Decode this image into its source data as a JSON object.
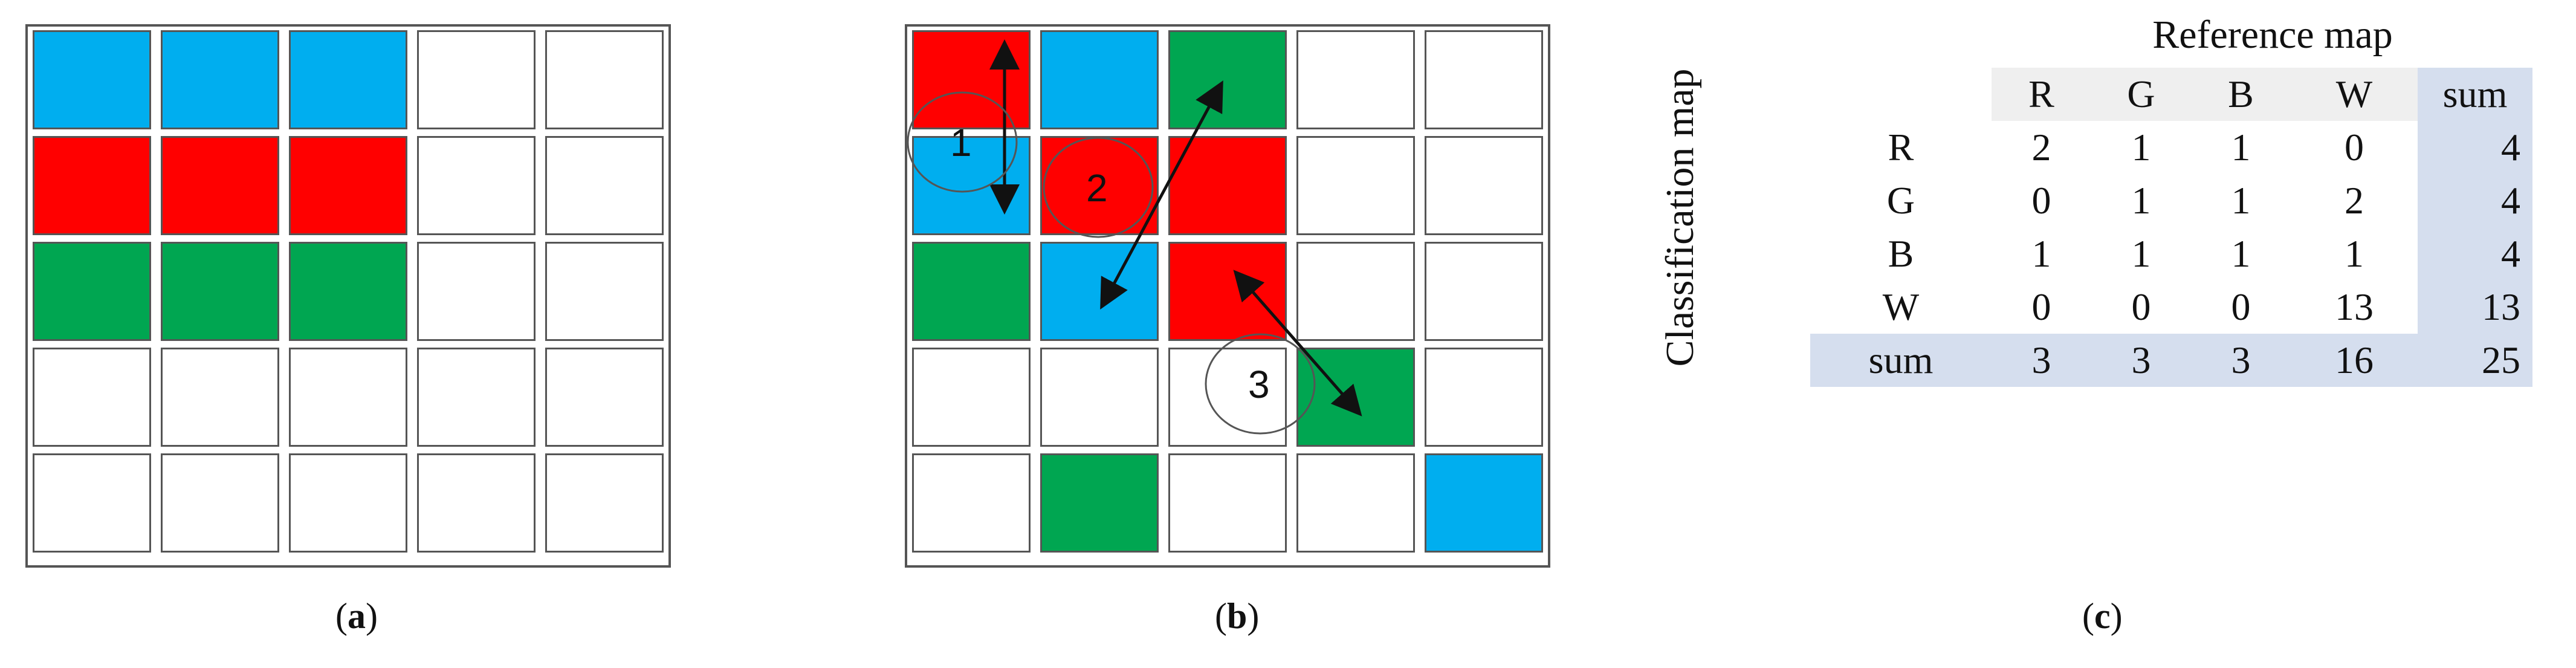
{
  "panel_a": {
    "caption_letter": "a",
    "grid": [
      [
        "B",
        "B",
        "B",
        "W",
        "W"
      ],
      [
        "R",
        "R",
        "R",
        "W",
        "W"
      ],
      [
        "G",
        "G",
        "G",
        "W",
        "W"
      ],
      [
        "W",
        "W",
        "W",
        "W",
        "W"
      ],
      [
        "W",
        "W",
        "W",
        "W",
        "W"
      ]
    ]
  },
  "panel_b": {
    "caption_letter": "b",
    "grid": [
      [
        "R",
        "B",
        "G",
        "W",
        "W"
      ],
      [
        "B",
        "R",
        "R",
        "W",
        "W"
      ],
      [
        "G",
        "B",
        "R",
        "W",
        "W"
      ],
      [
        "W",
        "W",
        "W",
        "G",
        "W"
      ],
      [
        "W",
        "G",
        "W",
        "W",
        "B"
      ]
    ],
    "markers": [
      "1",
      "2",
      "3"
    ]
  },
  "panel_c": {
    "caption_letter": "c",
    "column_axis_label": "Reference map",
    "row_axis_label": "Classification map",
    "column_headers": [
      "R",
      "G",
      "B",
      "W",
      "sum"
    ],
    "rows": [
      {
        "label": "R",
        "values": [
          "2",
          "1",
          "1",
          "0"
        ],
        "sum": "4"
      },
      {
        "label": "G",
        "values": [
          "0",
          "1",
          "1",
          "2"
        ],
        "sum": "4"
      },
      {
        "label": "B",
        "values": [
          "1",
          "1",
          "1",
          "1"
        ],
        "sum": "4"
      },
      {
        "label": "W",
        "values": [
          "0",
          "0",
          "0",
          "13"
        ],
        "sum": "13"
      }
    ],
    "sum_row": {
      "label": "sum",
      "values": [
        "3",
        "3",
        "3",
        "16"
      ],
      "sum": "25"
    }
  },
  "colors": {
    "R": "#ff0000",
    "G": "#00a651",
    "B": "#00aeef",
    "W": "#ffffff",
    "sum_highlight": "#d5deee",
    "header_gray": "#efefef"
  }
}
